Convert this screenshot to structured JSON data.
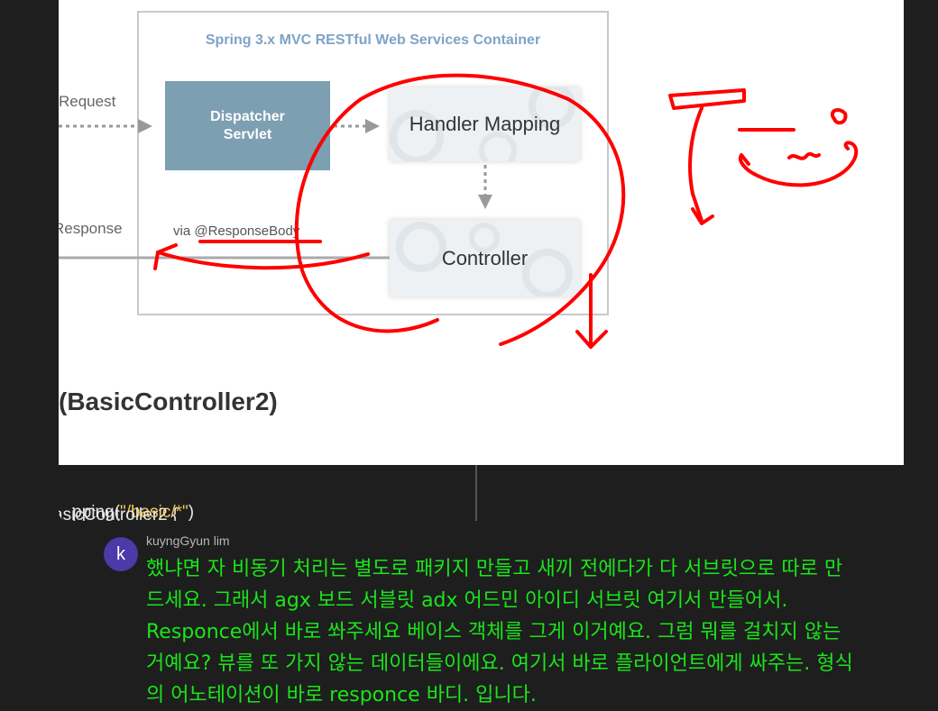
{
  "slide": {
    "container_title": "Spring 3.x MVC RESTful Web Services Container",
    "dispatcher_label": "Dispatcher\nServlet",
    "handler_mapping_label": "Handler Mapping",
    "controller_label": "Controller",
    "request_label": "Request",
    "response_label": "Response",
    "via_label": "via @ResponseBody",
    "section_heading": "(BasicController2)"
  },
  "code": {
    "line1_prefix": "pping(",
    "line1_string": "\"/basic/*\"",
    "line1_suffix": ")",
    "line2": "asicController2 {"
  },
  "chat": {
    "avatar_letter": "k",
    "author": "kuyngGyun lim",
    "message": "했냐면 자 비동기 처리는 별도로 패키지 만들고 새끼 전에다가 다 서브릿으로 따로 만드세요. 그래서 agx 보드 서블릿 adx 어드민 아이디 서브릿 여기서 만들어서. Responce에서 바로 쏴주세요 베이스 객체를 그게 이거예요. 그럼 뭐를 걸치지 않는 거예요? 뷰를 또 가지 않는 데이터들이에요. 여기서 바로 플라이언트에게 싸주는. 형식의 어노테이션이 바로 responce 바디. 입니다."
  },
  "colors": {
    "annotation_red": "#ff0000",
    "chat_text": "#19e619",
    "avatar_bg": "#4b3aa7",
    "dispatcher_bg": "#7d9fb2",
    "container_title": "#7ea3c7"
  }
}
